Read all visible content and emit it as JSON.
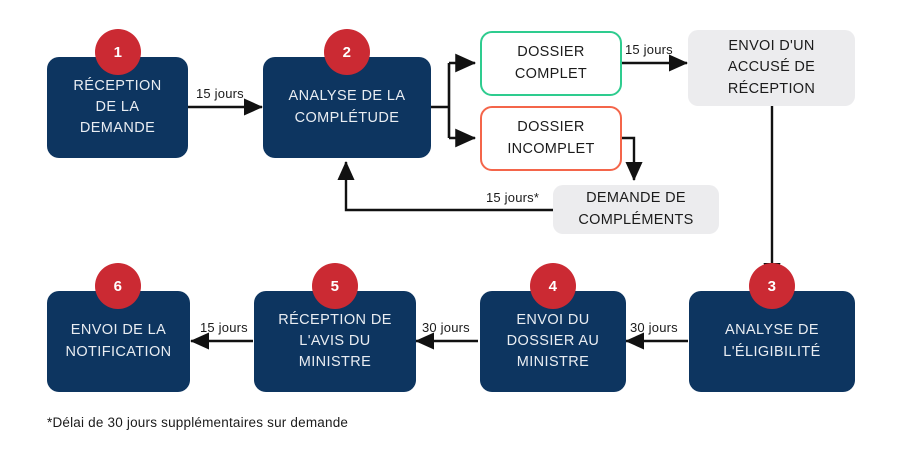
{
  "diagram": {
    "title_present": false,
    "colors": {
      "navy": "#0d3560",
      "badge_red": "#cb2a33",
      "grey_fill": "#ececee",
      "green_outline": "#2ecc8f",
      "orange_outline": "#f4654a",
      "arrow": "#111111",
      "background": "#ffffff"
    },
    "nodes": [
      {
        "id": "reception-demande",
        "badge": "1",
        "style": "navy",
        "lines": [
          "RÉCEPTION",
          "DE LA",
          "DEMANDE"
        ]
      },
      {
        "id": "analyse-completude",
        "badge": "2",
        "style": "navy",
        "lines": [
          "ANALYSE DE LA",
          "COMPLÉTUDE"
        ]
      },
      {
        "id": "dossier-complet",
        "badge": null,
        "style": "outline-green",
        "lines": [
          "DOSSIER",
          "COMPLET"
        ]
      },
      {
        "id": "dossier-incomplet",
        "badge": null,
        "style": "outline-orange",
        "lines": [
          "DOSSIER",
          "INCOMPLET"
        ]
      },
      {
        "id": "envoi-accuse-reception",
        "badge": null,
        "style": "grey",
        "lines": [
          "ENVOI D'UN",
          "ACCUSÉ DE",
          "RÉCEPTION"
        ]
      },
      {
        "id": "demande-complements",
        "badge": null,
        "style": "grey",
        "lines": [
          "DEMANDE DE",
          "COMPLÉMENTS"
        ]
      },
      {
        "id": "analyse-eligibilite",
        "badge": "3",
        "style": "navy",
        "lines": [
          "ANALYSE DE",
          "L'ÉLIGIBILITÉ"
        ]
      },
      {
        "id": "envoi-dossier-ministre",
        "badge": "4",
        "style": "navy",
        "lines": [
          "ENVOI DU",
          "DOSSIER AU",
          "MINISTRE"
        ]
      },
      {
        "id": "reception-avis-ministre",
        "badge": "5",
        "style": "navy",
        "lines": [
          "RÉCEPTION DE",
          "L'AVIS DU",
          "MINISTRE"
        ]
      },
      {
        "id": "envoi-notification",
        "badge": "6",
        "style": "navy",
        "lines": [
          "ENVOI DE LA",
          "NOTIFICATION"
        ]
      }
    ],
    "edge_labels": [
      {
        "id": "label-1-2",
        "text": "15 jours"
      },
      {
        "id": "label-complet-accuse",
        "text": "15 jours"
      },
      {
        "id": "label-complements-retour",
        "text": "15 jours*"
      },
      {
        "id": "label-3-4",
        "text": "30 jours"
      },
      {
        "id": "label-4-5",
        "text": "30 jours"
      },
      {
        "id": "label-5-6",
        "text": "15 jours"
      }
    ],
    "footnote": "*Délai de 30 jours supplémentaires sur demande"
  }
}
